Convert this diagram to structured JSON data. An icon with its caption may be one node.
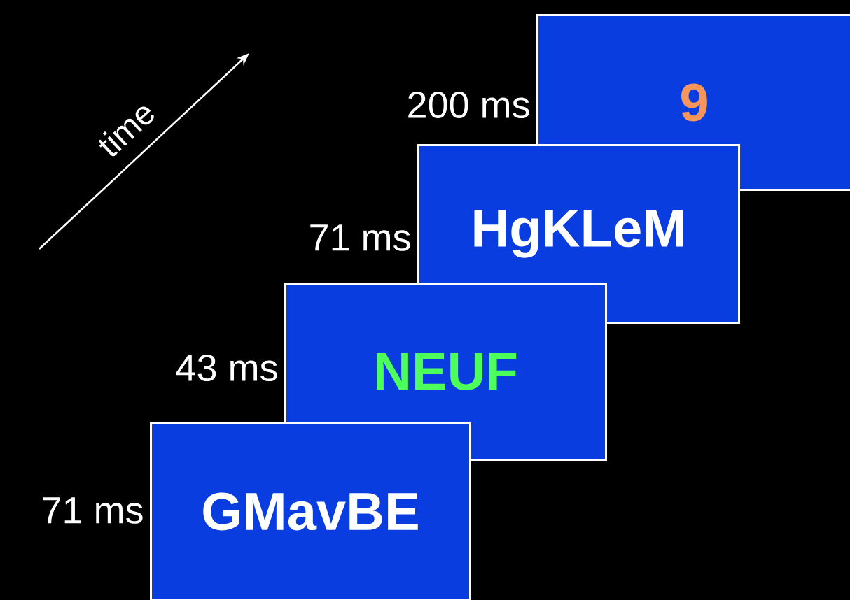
{
  "diagram": {
    "nodes": [
      {
        "text": [
          "9"
        ],
        "beside": [
          "200 ms"
        ]
      },
      {
        "text": [
          "HgKLeM"
        ],
        "beside": [
          "71 ms"
        ]
      },
      {
        "text": [
          "NEUF"
        ],
        "beside": [
          "43 ms"
        ]
      },
      {
        "text": [
          "GMavBE"
        ],
        "beside": [
          "71 ms"
        ]
      }
    ],
    "labels": [
      "time"
    ]
  }
}
